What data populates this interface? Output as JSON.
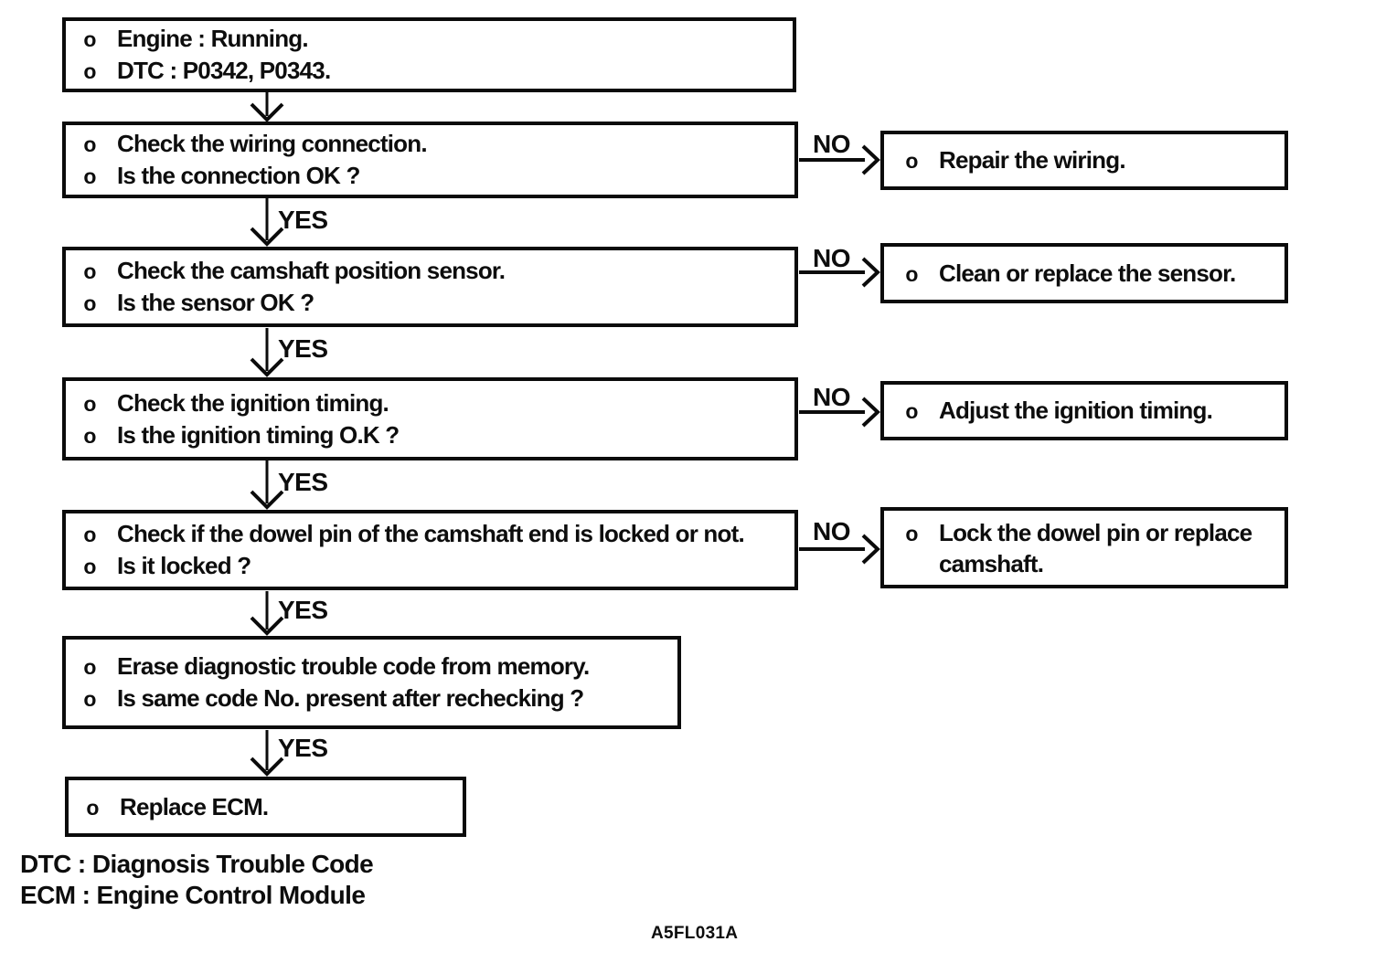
{
  "bullet": "o",
  "labels": {
    "yes": "YES",
    "no": "NO"
  },
  "start_box": {
    "lines": [
      "Engine : Running.",
      "DTC : P0342, P0343."
    ]
  },
  "steps": [
    {
      "check": [
        "Check the wiring connection.",
        "Is the connection OK ?"
      ],
      "no_action": [
        "Repair the wiring."
      ]
    },
    {
      "check": [
        "Check the camshaft position sensor.",
        "Is the sensor OK ?"
      ],
      "no_action": [
        "Clean or replace the sensor."
      ]
    },
    {
      "check": [
        "Check the ignition timing.",
        "Is the ignition timing O.K ?"
      ],
      "no_action": [
        "Adjust the ignition timing."
      ]
    },
    {
      "check": [
        "Check if the dowel pin of the camshaft end is locked or not.",
        "Is it locked ?"
      ],
      "no_action": [
        "Lock the dowel pin or replace",
        "camshaft."
      ]
    },
    {
      "check": [
        "Erase diagnostic trouble code from memory.",
        "Is same code No. present after rechecking ?"
      ]
    },
    {
      "check": [
        "Replace ECM."
      ]
    }
  ],
  "legend": [
    "DTC : Diagnosis Trouble Code",
    "ECM : Engine Control Module"
  ],
  "figure_code": "A5FL031A"
}
